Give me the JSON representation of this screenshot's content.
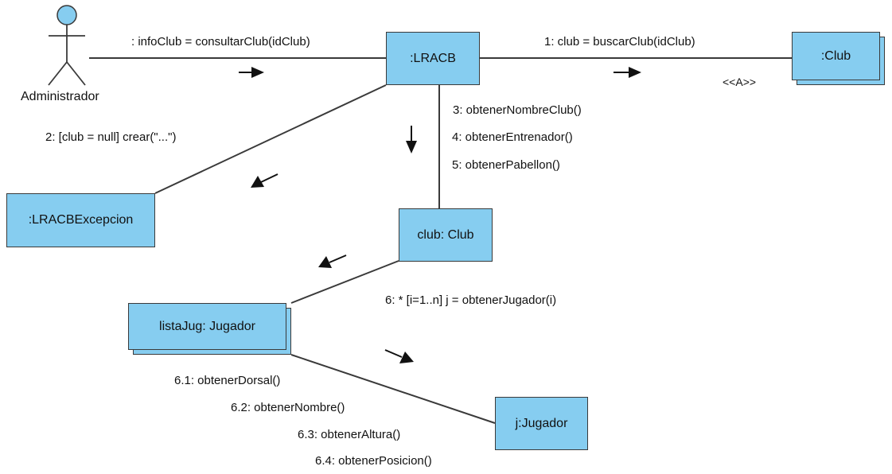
{
  "diagram": {
    "actor": {
      "label": "Administrador"
    },
    "objects": {
      "lracb": ":LRACB",
      "club_multi": ":Club",
      "stereotype": "<<A>>",
      "excepcion": ":LRACBExcepcion",
      "club": "club: Club",
      "lista_jug": "listaJug: Jugador",
      "jugador": "j:Jugador"
    },
    "messages": {
      "m0": ": infoClub = consultarClub(idClub)",
      "m1": "1: club = buscarClub(idClub)",
      "m2": "2: [club = null] crear(\"...\")",
      "m3": "3: obtenerNombreClub()",
      "m4": "4: obtenerEntrenador()",
      "m5": "5: obtenerPabellon()",
      "m6": "6: * [i=1..n] j = obtenerJugador(i)",
      "m61": "6.1: obtenerDorsal()",
      "m62": "6.2: obtenerNombre()",
      "m63": "6.3: obtenerAltura()",
      "m64": "6.4: obtenerPosicion()"
    },
    "colors": {
      "object_fill": "#86cdf0",
      "line": "#3a3a3a",
      "text": "#111111"
    }
  }
}
